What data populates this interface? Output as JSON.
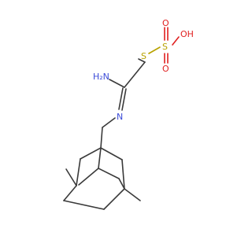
{
  "molecule": {
    "labels": {
      "h2n": "H₂N",
      "n_imine": "N",
      "s_thio": "S",
      "s_sulfonyl": "S",
      "oh": "OH",
      "o_top": "O",
      "o_bottom": "O"
    },
    "colors": {
      "carbon_bond": "#3a3a3a",
      "nitrogen": "#3b4bd8",
      "oxygen": "#e01f1f",
      "sulfur": "#b8a200"
    }
  }
}
